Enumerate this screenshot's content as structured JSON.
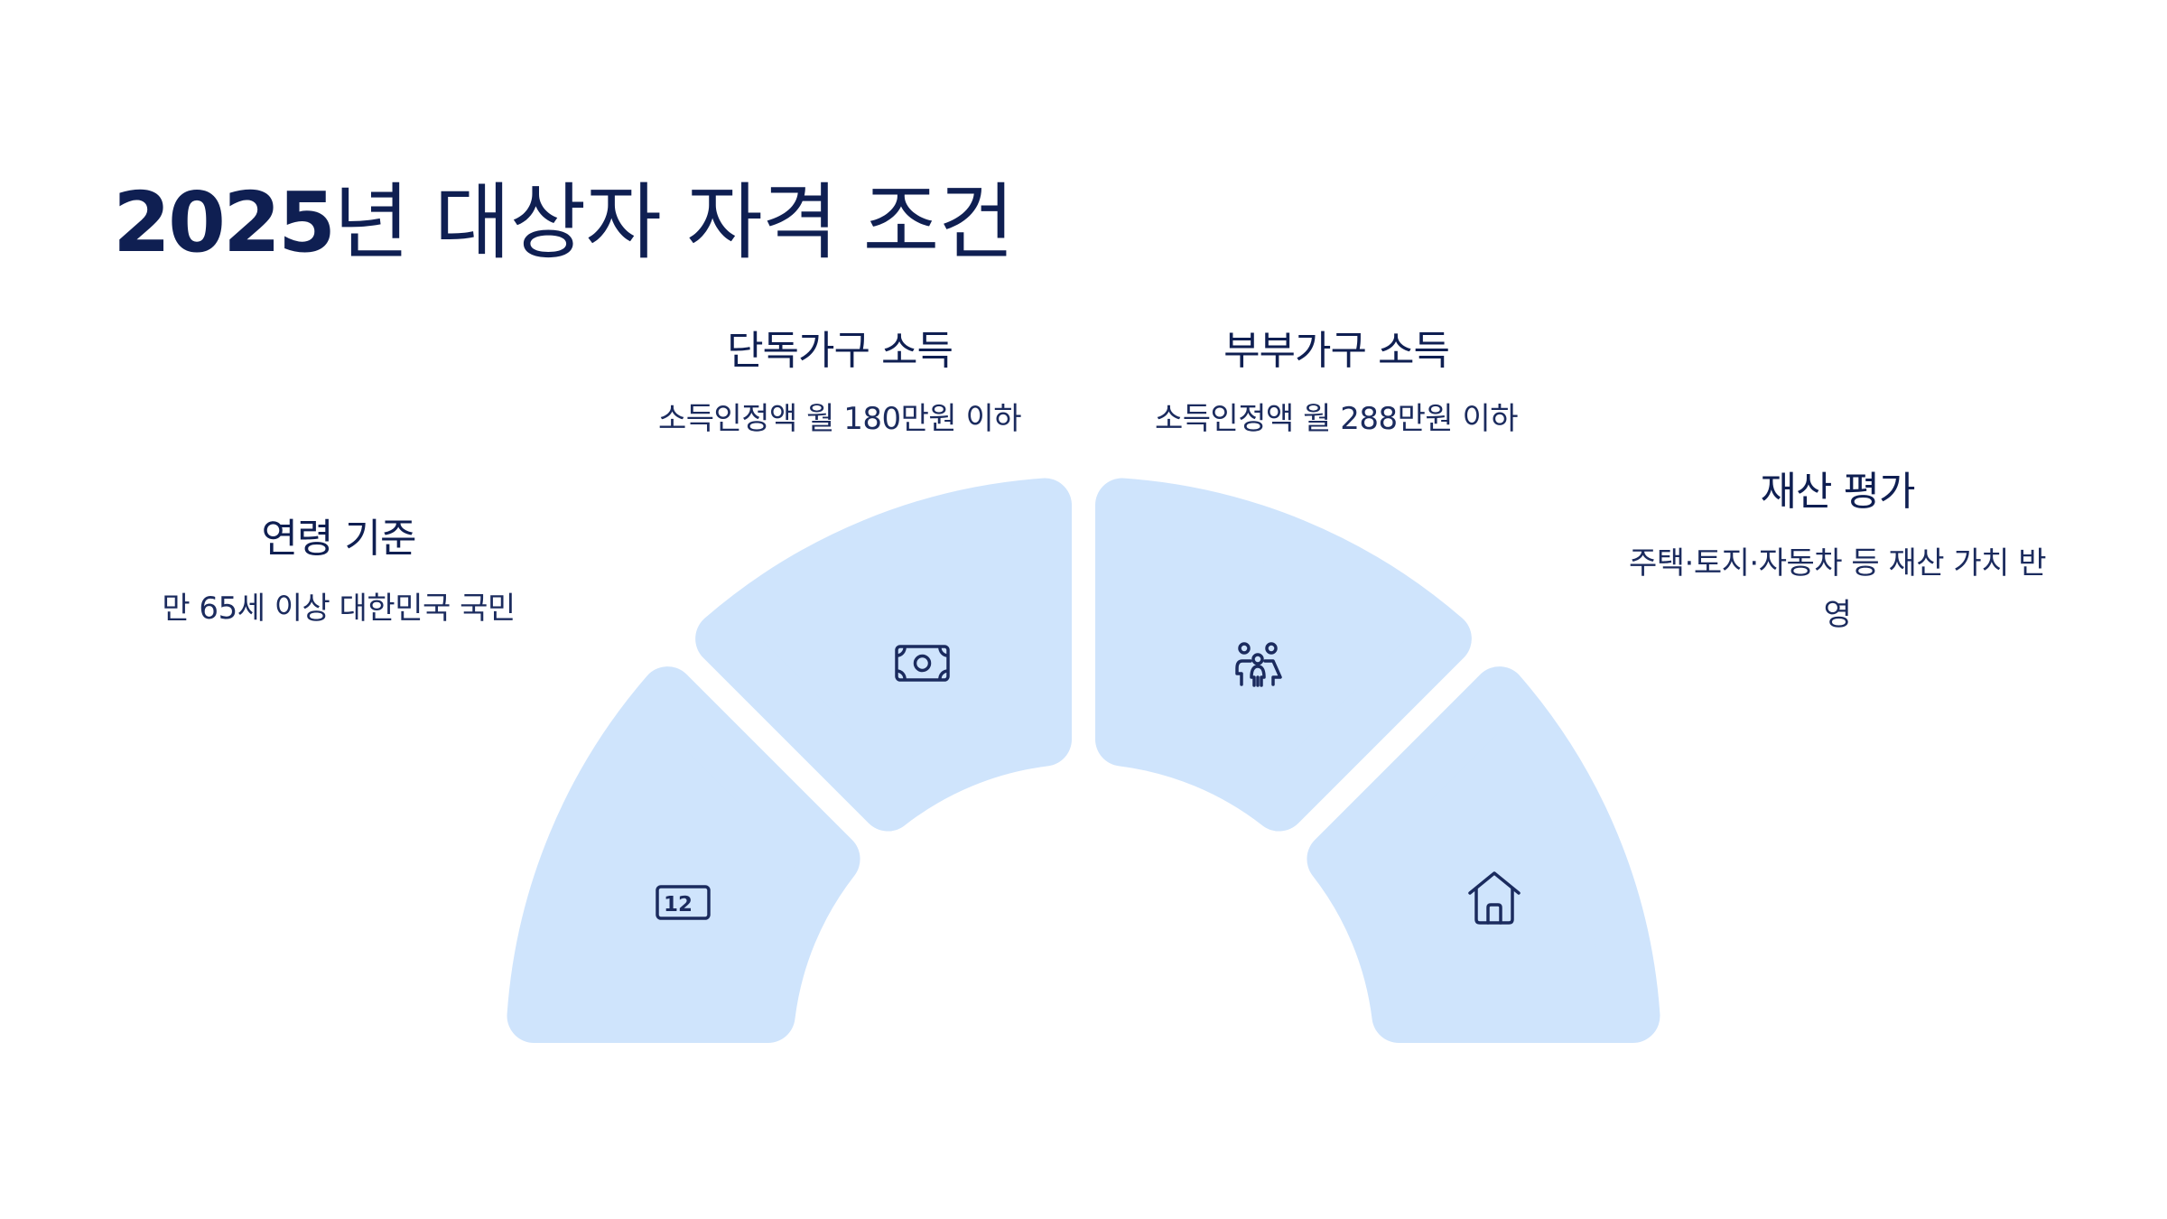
{
  "title": {
    "year": "2025",
    "text": "년 대상자 자격 조건"
  },
  "colors": {
    "segment_fill": "#cfe4fc",
    "text": "#0f1f52",
    "icon_stroke": "#1b2b5e"
  },
  "criteria": [
    {
      "heading": "연령 기준",
      "description": "만 65세 이상 대한민국 국민",
      "icon": "calendar-icon",
      "icon_text": "12"
    },
    {
      "heading": "단독가구 소득",
      "description": "소득인정액 월 180만원 이하",
      "icon": "money-bill-icon"
    },
    {
      "heading": "부부가구 소득",
      "description": "소득인정액 월 288만원 이하",
      "icon": "family-icon"
    },
    {
      "heading": "재산 평가",
      "description": "주택·토지·자동차 등 재산 가치 반영",
      "icon": "house-icon"
    }
  ]
}
